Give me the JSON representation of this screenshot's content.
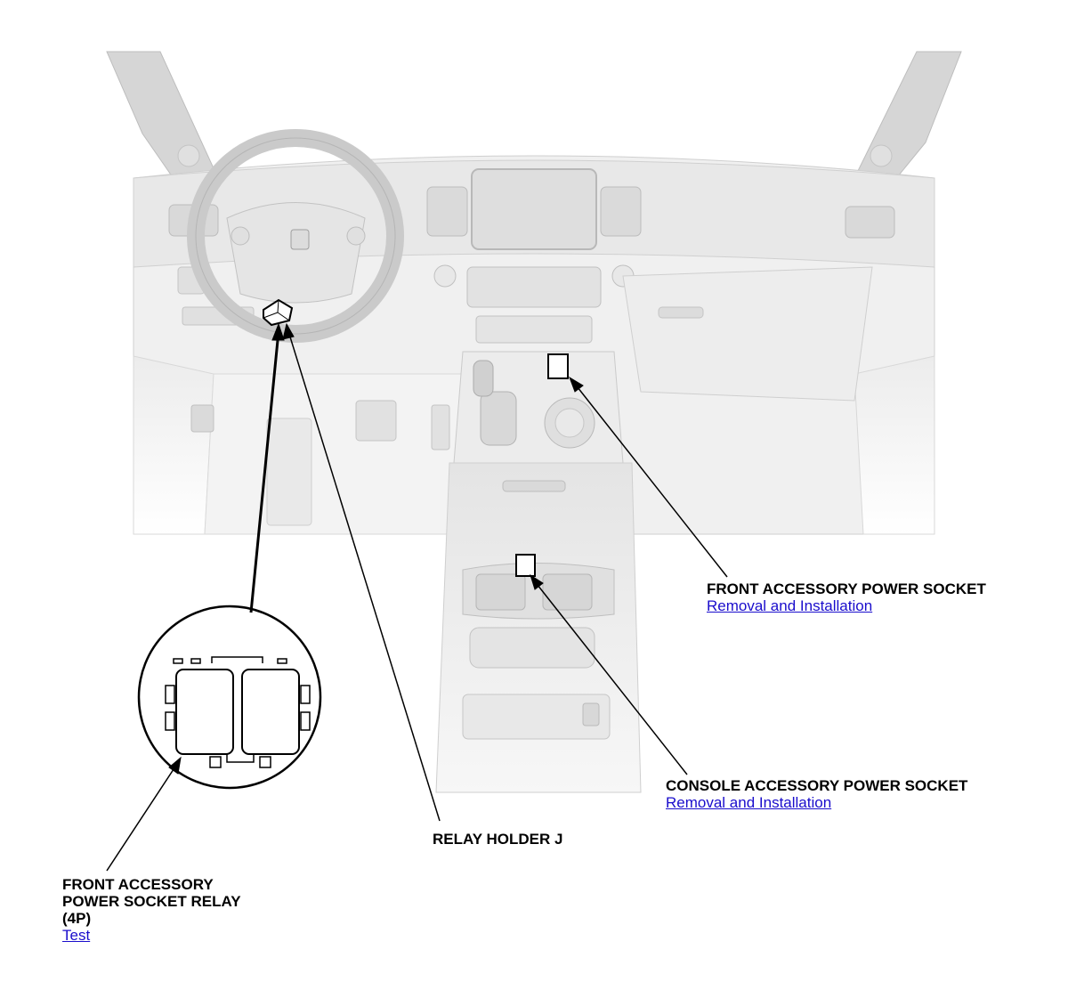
{
  "palette": {
    "line": "#000000",
    "body_light": "#f2f2f2",
    "body_mid": "#e6e6e6",
    "body_dark": "#cfcfcf",
    "body_edge": "#bdbdbd",
    "link": "#1a0dcc"
  },
  "callouts": {
    "front_socket": {
      "title": "FRONT ACCESSORY POWER SOCKET",
      "link": "Removal and Installation"
    },
    "console_socket": {
      "title": "CONSOLE ACCESSORY POWER SOCKET",
      "link": "Removal and Installation"
    },
    "relay_holder": {
      "title": "RELAY HOLDER J"
    },
    "relay": {
      "title": "FRONT ACCESSORY\nPOWER SOCKET RELAY\n(4P)",
      "link": "Test"
    }
  }
}
